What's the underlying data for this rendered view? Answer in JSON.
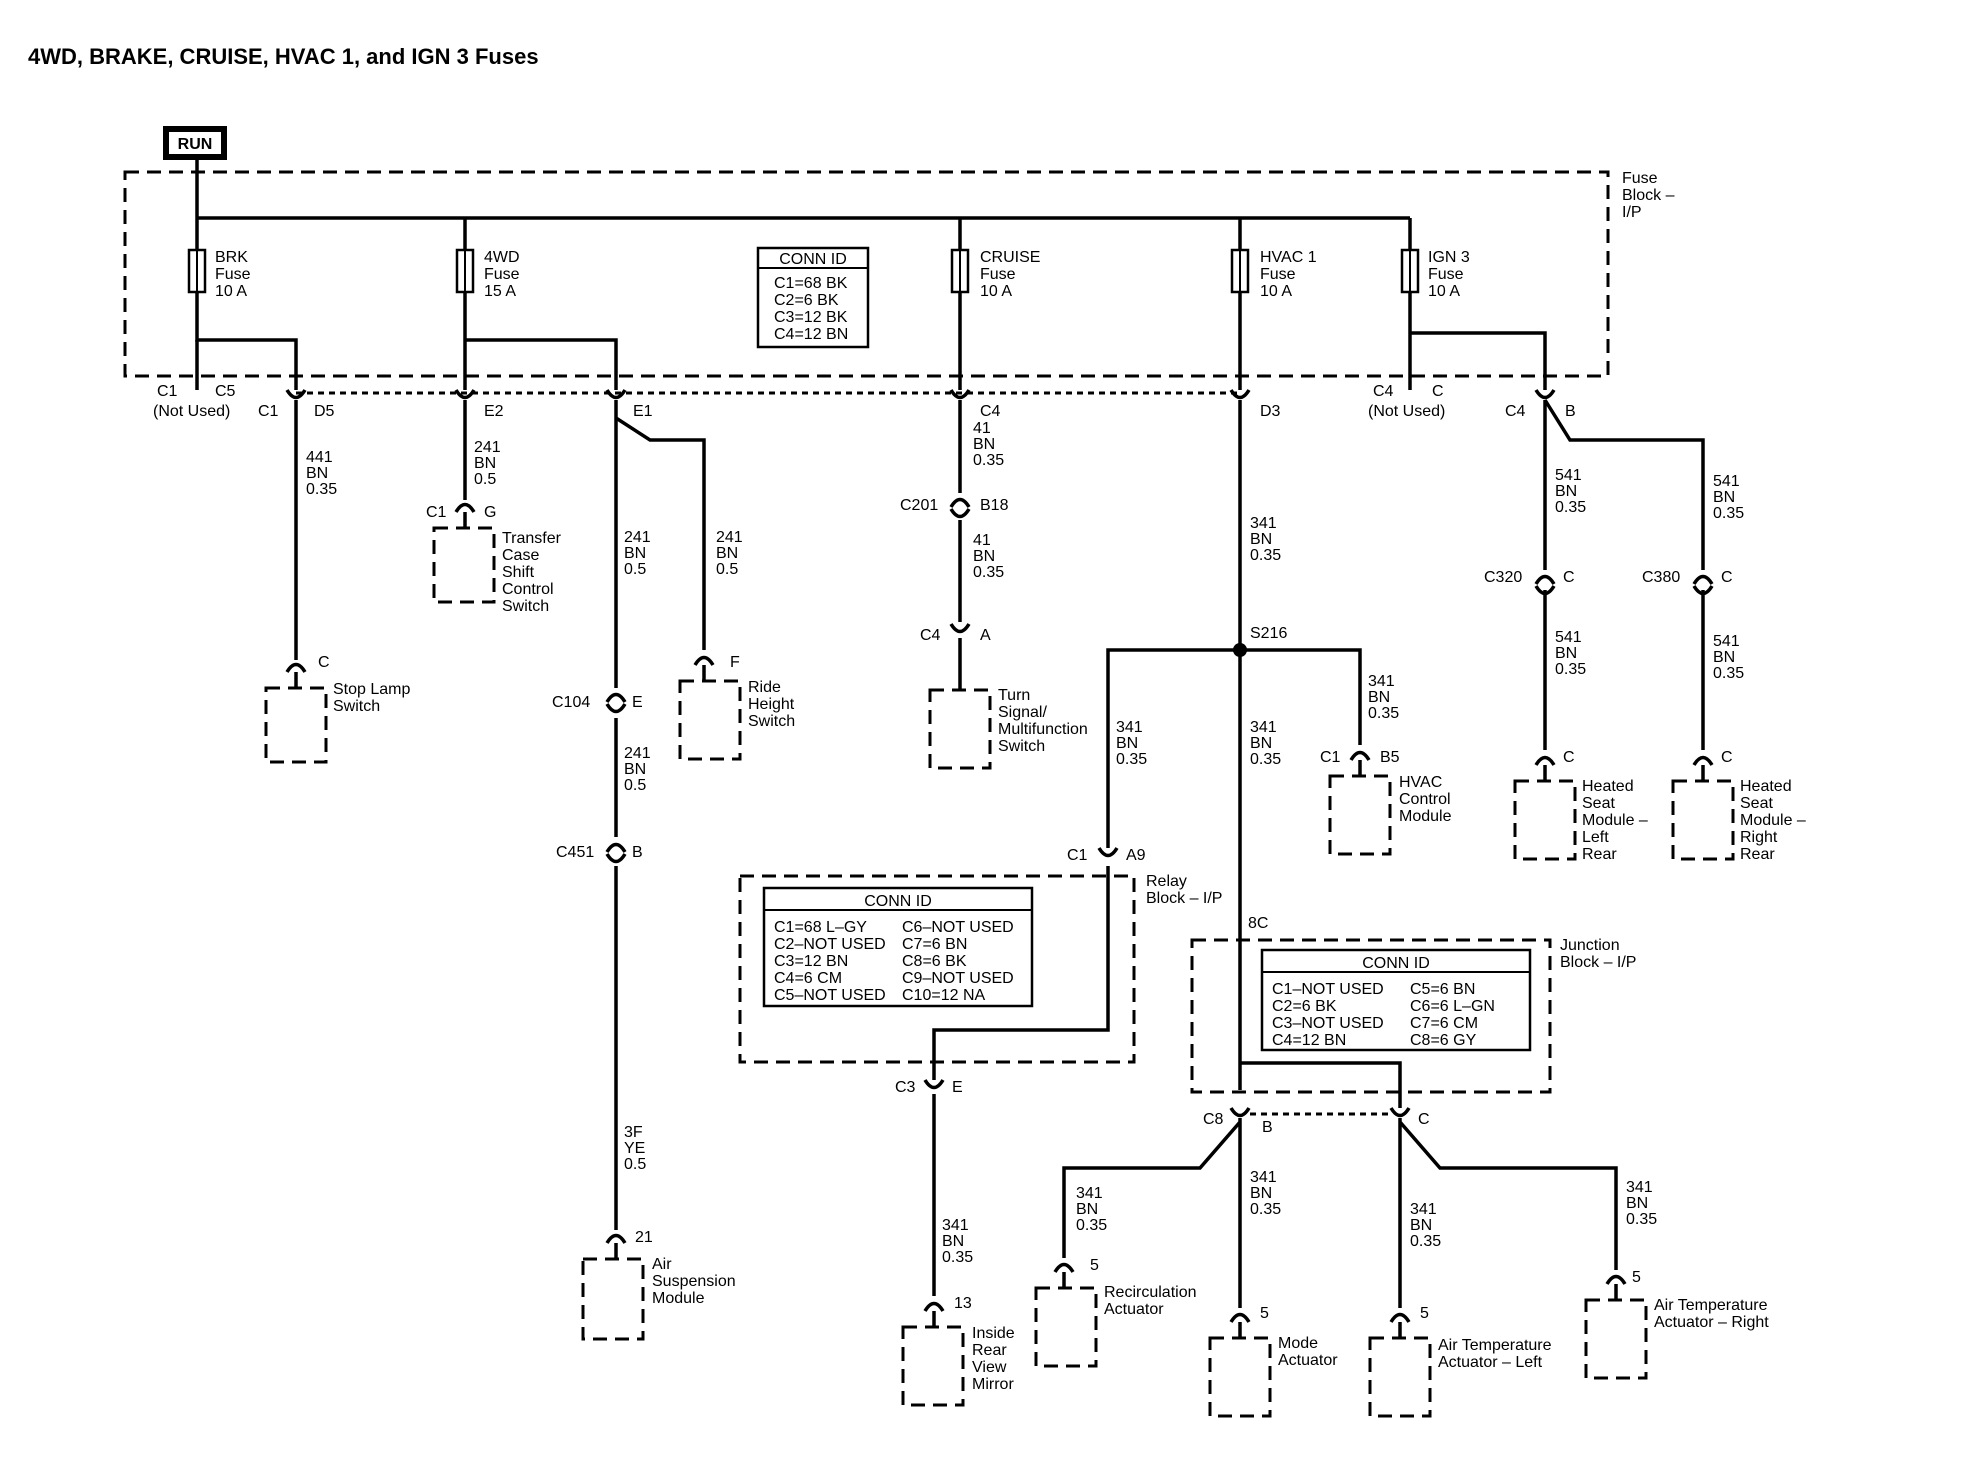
{
  "title": "4WD, BRAKE, CRUISE, HVAC 1, and IGN 3 Fuses",
  "power_label": "RUN",
  "fuse_block": [
    "Fuse",
    "Block –",
    "I/P"
  ],
  "fuses": [
    {
      "name": "BRK",
      "l2": "Fuse",
      "rating": "10 A"
    },
    {
      "name": "4WD",
      "l2": "Fuse",
      "rating": "15 A"
    },
    {
      "name": "CRUISE",
      "l2": "Fuse",
      "rating": "10 A"
    },
    {
      "name": "HVAC 1",
      "l2": "Fuse",
      "rating": "10 A"
    },
    {
      "name": "IGN 3",
      "l2": "Fuse",
      "rating": "10 A"
    }
  ],
  "conn_id_fuse": {
    "header": "CONN ID",
    "rows": [
      "C1=68 BK",
      "C2=6 BK",
      "C3=12 BK",
      "C4=12 BN"
    ]
  },
  "conn_id_relay": {
    "header": "CONN ID",
    "left": [
      "C1=68 L–GY",
      "C2–NOT USED",
      "C3=12 BN",
      "C4=6 CM",
      "C5–NOT USED"
    ],
    "right": [
      "C6–NOT USED",
      "C7=6 BN",
      "C8=6 BK",
      "C9–NOT USED",
      "C10=12 NA"
    ]
  },
  "conn_id_junction": {
    "header": "CONN ID",
    "left": [
      "C1–NOT USED",
      "C2=6 BK",
      "C3–NOT USED",
      "C4=12 BN"
    ],
    "right": [
      "C5=6 BN",
      "C6=6 L–GN",
      "C7=6 CM",
      "C8=6 GY"
    ]
  },
  "relay_block": [
    "Relay",
    "Block – I/P"
  ],
  "junction_block": [
    "Junction",
    "Block – I/P"
  ],
  "splice": "S216",
  "not_used": "(Not Used)",
  "labels": {
    "c1": "C1",
    "c5": "C5",
    "c4": "C4",
    "c": "C",
    "d5": "D5",
    "e2": "E2",
    "e1": "E1",
    "d3": "D3",
    "b": "B",
    "g": "G",
    "e": "E",
    "f": "F",
    "a": "A",
    "a9": "A9",
    "b5": "B5",
    "b18": "B18",
    "c3": "C3",
    "c8": "C8",
    "c201": "C201",
    "c104": "C104",
    "c451": "C451",
    "c320": "C320",
    "c380": "C380",
    "p21": "21",
    "p13": "13",
    "p5": "5",
    "c8_cav": "8C"
  },
  "wires": {
    "w441": [
      "441",
      "BN",
      "0.35"
    ],
    "w241": [
      "241",
      "BN",
      "0.5"
    ],
    "w41": [
      "41",
      "BN",
      "0.35"
    ],
    "w341": [
      "341",
      "BN",
      "0.35"
    ],
    "w541": [
      "541",
      "BN",
      "0.35"
    ],
    "w3f": [
      "3F",
      "YE",
      "0.5"
    ]
  },
  "components": {
    "stop_lamp": [
      "Stop Lamp",
      "Switch"
    ],
    "transfer_case": [
      "Transfer",
      "Case",
      "Shift",
      "Control",
      "Switch"
    ],
    "ride_height": [
      "Ride",
      "Height",
      "Switch"
    ],
    "turn_signal": [
      "Turn",
      "Signal/",
      "Multifunction",
      "Switch"
    ],
    "hvac_control": [
      "HVAC",
      "Control",
      "Module"
    ],
    "seat_left": [
      "Heated",
      "Seat",
      "Module –",
      "Left",
      "Rear"
    ],
    "seat_right": [
      "Heated",
      "Seat",
      "Module –",
      "Right",
      "Rear"
    ],
    "air_suspension": [
      "Air",
      "Suspension",
      "Module"
    ],
    "mirror": [
      "Inside",
      "Rear",
      "View",
      "Mirror"
    ],
    "recirc": [
      "Recirculation",
      "Actuator"
    ],
    "mode": [
      "Mode",
      "Actuator"
    ],
    "air_temp_left": [
      "Air Temperature",
      "Actuator – Left"
    ],
    "air_temp_right": [
      "Air Temperature",
      "Actuator – Right"
    ]
  }
}
